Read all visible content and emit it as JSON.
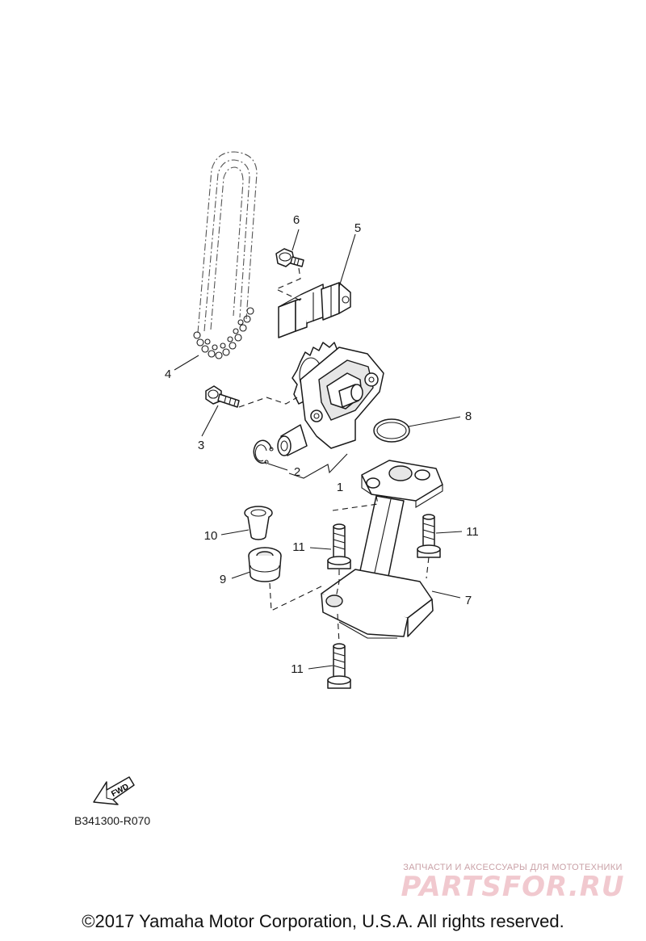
{
  "diagram": {
    "callouts": [
      {
        "id": "1",
        "label": "1"
      },
      {
        "id": "2",
        "label": "2"
      },
      {
        "id": "3",
        "label": "3"
      },
      {
        "id": "4",
        "label": "4"
      },
      {
        "id": "5",
        "label": "5"
      },
      {
        "id": "6",
        "label": "6"
      },
      {
        "id": "7",
        "label": "7"
      },
      {
        "id": "8",
        "label": "8"
      },
      {
        "id": "9",
        "label": "9"
      },
      {
        "id": "10",
        "label": "10"
      },
      {
        "id": "11",
        "label": "11"
      }
    ],
    "fwd_label": "FWD",
    "diagram_code": "B341300-R070"
  },
  "watermark": {
    "tagline": "ЗАПЧАСТИ И АКСЕССУАРЫ ДЛЯ МОТОТЕХНИКИ",
    "logo": "PARTSFOR.RU"
  },
  "footer": {
    "copyright": "©2017 Yamaha Motor Corporation, U.S.A. All rights reserved."
  }
}
